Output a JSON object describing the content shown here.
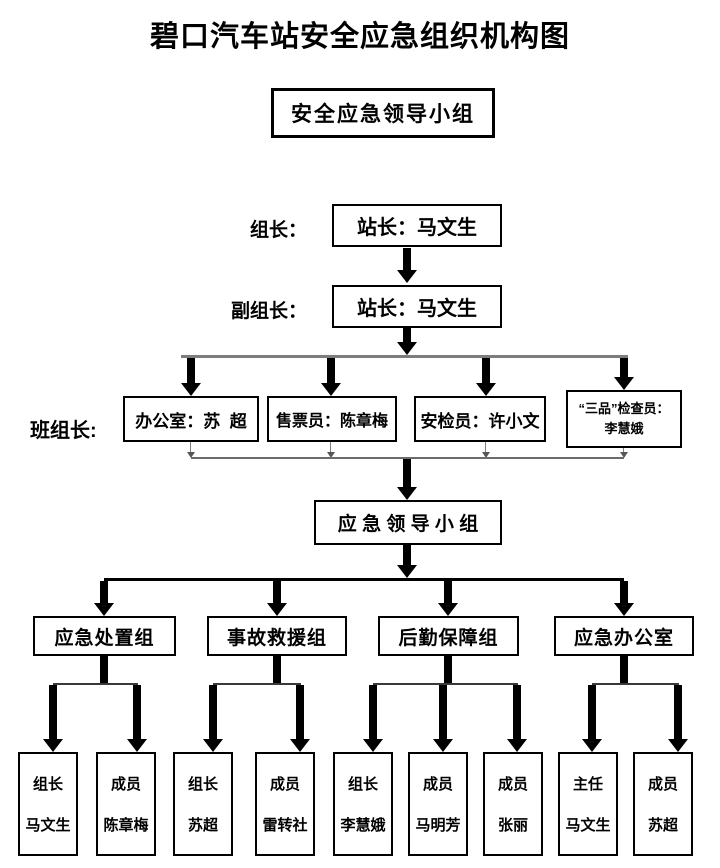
{
  "title": "碧口汽车站安全应急组织机构图",
  "top_box": "安全应急领导小组",
  "leader": {
    "label": "组长：",
    "box": "站长：马文生"
  },
  "deputy": {
    "label": "副组长：",
    "box": "站长：马文生"
  },
  "team": {
    "label": "班组长:",
    "boxes": [
      {
        "lines": [
          "办公室：苏  超"
        ]
      },
      {
        "lines": [
          "售票员：陈章梅"
        ]
      },
      {
        "lines": [
          "安检员：许小文"
        ]
      },
      {
        "lines": [
          "“三品”检查员：",
          "李慧娥"
        ]
      }
    ]
  },
  "mid_box": "应 急 领 导 小 组",
  "groups": [
    "应急处置组",
    "事故救援组",
    "后勤保障组",
    "应急办公室"
  ],
  "members": [
    {
      "role": "组长",
      "name": "马文生"
    },
    {
      "role": "成员",
      "name": "陈章梅"
    },
    {
      "role": "组长",
      "name": "苏超"
    },
    {
      "role": "成员",
      "name": "雷转社"
    },
    {
      "role": "组长",
      "name": "李慧娥"
    },
    {
      "role": "成员",
      "name": "马明芳"
    },
    {
      "role": "成员",
      "name": "张丽"
    },
    {
      "role": "主任",
      "name": "马文生"
    },
    {
      "role": "成员",
      "name": "苏超"
    }
  ],
  "colors": {
    "ink": "#000000",
    "connector_gray": "#7d7d7d"
  }
}
